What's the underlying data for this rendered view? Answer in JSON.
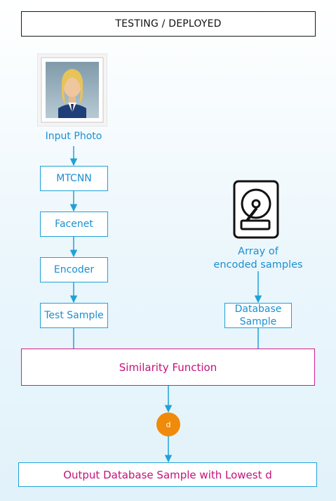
{
  "title": "TESTING / DEPLOYED",
  "input_photo_label": "Input Photo",
  "pipeline": {
    "mtcnn": "MTCNN",
    "facenet": "Facenet",
    "encoder": "Encoder",
    "test_sample": "Test Sample"
  },
  "database": {
    "array_label": "Array of encoded samples",
    "array_line1": "Array of",
    "array_line2": "encoded samples",
    "sample_line1": "Database",
    "sample_line2": "Sample"
  },
  "similarity_function": "Similarity Function",
  "distance_label": "d",
  "output": "Output Database Sample with Lowest d",
  "icons": [
    "person-photo-icon",
    "hard-drive-icon"
  ],
  "colors": {
    "flow_blue": "#1fa1d8",
    "text_blue": "#1a8fd1",
    "magenta": "#c4127a",
    "distance_orange": "#f08a0a"
  }
}
